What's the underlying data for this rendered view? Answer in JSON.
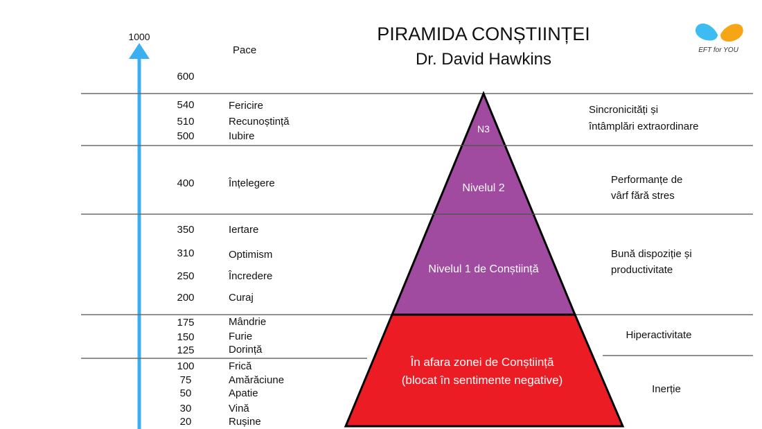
{
  "title": "PIRAMIDA CONȘTIINȚEI",
  "subtitle": "Dr. David Hawkins",
  "logo": {
    "text": "EFT for YOU",
    "colors": [
      "#3cbcf0",
      "#f5a515"
    ]
  },
  "scale_top": "1000",
  "arrow_color": "#3ab0f2",
  "levels": [
    {
      "value": "",
      "label": "Pace"
    },
    {
      "value": "600",
      "label": ""
    },
    {
      "value": "540",
      "label": "Fericire"
    },
    {
      "value": "510",
      "label": "Recunoștință"
    },
    {
      "value": "500",
      "label": "Iubire"
    },
    {
      "value": "400",
      "label": "Înțelegere"
    },
    {
      "value": "350",
      "label": "Iertare"
    },
    {
      "value": "310",
      "label": "Optimism"
    },
    {
      "value": "250",
      "label": "Încredere"
    },
    {
      "value": "200",
      "label": "Curaj"
    },
    {
      "value": "175",
      "label": "Mândrie"
    },
    {
      "value": "150",
      "label": "Furie"
    },
    {
      "value": "125",
      "label": "Dorință"
    },
    {
      "value": "100",
      "label": "Frică"
    },
    {
      "value": "75",
      "label": "Amărăciune"
    },
    {
      "value": "50",
      "label": "Apatie"
    },
    {
      "value": "30",
      "label": "Vină"
    },
    {
      "value": "20",
      "label": "Rușine"
    }
  ],
  "pyramid": {
    "n3": "N3",
    "n2": "Nivelul 2",
    "n1": "Nivelul 1 de Conștiință",
    "outside_1": "În afara zonei de Conștiință",
    "outside_2": "(blocat în sentimente negative)",
    "purple": "#a04aa0",
    "red": "#ec1c24"
  },
  "effects": [
    {
      "line1": "Sincronicități și",
      "line2": "întâmplări extraordinare"
    },
    {
      "line1": "Performanțe de",
      "line2": "vârf fără stres"
    },
    {
      "line1": "Bună dispoziție și",
      "line2": "productivitate"
    },
    {
      "line1": "Hiperactivitate",
      "line2": ""
    },
    {
      "line1": "Inerție",
      "line2": ""
    }
  ]
}
